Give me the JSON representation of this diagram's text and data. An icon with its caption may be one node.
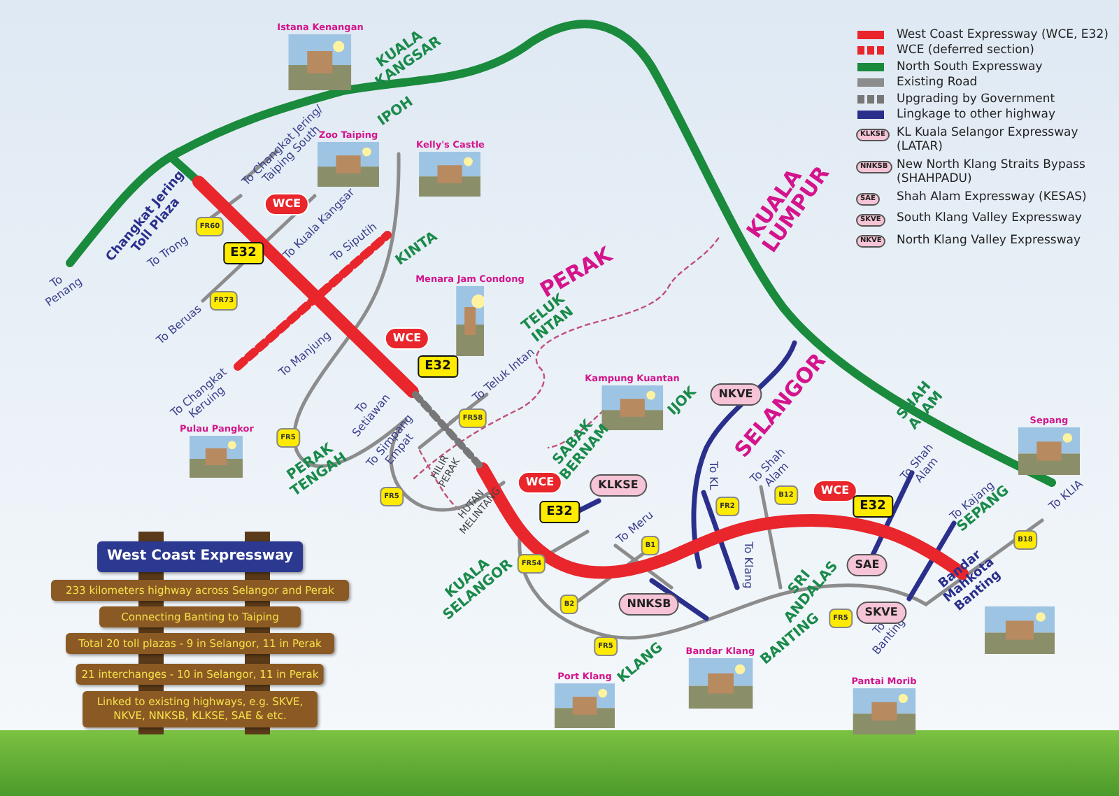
{
  "diagram": {
    "nodes": [
      {
        "text": [
          "Istana Kenangan"
        ]
      },
      {
        "text": [
          "Zoo Taiping"
        ]
      },
      {
        "text": [
          "Kelly's Castle"
        ]
      },
      {
        "text": [
          "Menara Jam Condong"
        ]
      },
      {
        "text": [
          "Pulau Pangkor"
        ]
      },
      {
        "text": [
          "Kampung Kuantan"
        ]
      },
      {
        "text": [
          "Sepang"
        ]
      },
      {
        "text": [
          "Port Klang"
        ]
      },
      {
        "text": [
          "Bandar Klang"
        ]
      },
      {
        "text": [
          "Pantai Morib"
        ]
      },
      {
        "text": [],
        "shape": "picture"
      },
      {
        "text": [
          "WCE"
        ]
      },
      {
        "text": [
          "E32"
        ]
      },
      {
        "text": [
          "FR60"
        ]
      },
      {
        "text": [
          "FR73"
        ]
      },
      {
        "text": [
          "WCE"
        ]
      },
      {
        "text": [
          "E32"
        ]
      },
      {
        "text": [
          "FR5"
        ]
      },
      {
        "text": [
          "FR58"
        ]
      },
      {
        "text": [
          "FR5"
        ]
      },
      {
        "text": [
          "FR54"
        ]
      },
      {
        "text": [
          "WCE"
        ]
      },
      {
        "text": [
          "E32"
        ]
      },
      {
        "text": [
          "KLKSE"
        ]
      },
      {
        "text": [
          "B1"
        ]
      },
      {
        "text": [
          "B2"
        ]
      },
      {
        "text": [
          "NNKSB"
        ]
      },
      {
        "text": [
          "NKVE"
        ]
      },
      {
        "text": [
          "B12"
        ]
      },
      {
        "text": [
          "FR2"
        ]
      },
      {
        "text": [
          "WCE"
        ]
      },
      {
        "text": [
          "E32"
        ]
      },
      {
        "text": [
          "SAE"
        ]
      },
      {
        "text": [
          "SKVE"
        ]
      },
      {
        "text": [
          "B18"
        ]
      },
      {
        "text": [
          "FR5"
        ]
      },
      {
        "text": [
          "FR5"
        ]
      },
      {
        "text": [
          "West Coast Expressway"
        ]
      },
      {
        "text": [
          "233 kilometers highway across Selangor and Perak"
        ]
      },
      {
        "text": [
          "Connecting Banting to Taiping"
        ]
      },
      {
        "text": [
          "Total 20 toll plazas - 9 in Selangor, 11 in Perak"
        ]
      },
      {
        "text": [
          "21 interchanges - 10 in Selangor, 11 in Perak"
        ]
      },
      {
        "text": [
          "Linked to existing highways, e.g. SKVE, NKVE, NNKSB, KLKSE, SAE & etc."
        ]
      }
    ],
    "labels": [
      "KUALA KANGSAR",
      "IPOH",
      "KLKSE",
      "To Changkat Jering/ Taiping South",
      "NNKSB",
      "SAE",
      "Changkat Jering Toll Plaza",
      "To Kuala Kangsar",
      "KUALA LUMPUR",
      "SKVE",
      "To Trong",
      "To Siputih",
      "KINTA",
      "NKVE",
      "To Penang",
      "PERAK",
      "To Beruas",
      "TELUK INTAN",
      "To Manjung",
      "To Changkat Keruing",
      "To Setiawan",
      "To Teluk Intan",
      "IJOK",
      "SELANGOR",
      "SHAH ALAM",
      "PERAK TENGAH",
      "To Simpang Empat",
      "HILIR PERAK",
      "SABAK BERNAM",
      "To KL",
      "To Shah Alam",
      "To Shah Alam",
      "HUTAN MELINTANG",
      "To Kajang",
      "SEPANG",
      "To KLIA",
      "To Meru",
      "KUALA SELANGOR",
      "To Klang",
      "SRI ANDALAS",
      "Bandar Mahkota Banting",
      "BANTING",
      "To Banting",
      "KLANG"
    ],
    "legend": [
      {
        "text": "West Coast Expressway (WCE, E32)",
        "color": "#e8262c"
      },
      {
        "text": "WCE (deferred section)"
      },
      {
        "text": "North South Expressway",
        "color": "#1a8a3c"
      },
      {
        "text": "Existing Road",
        "color": "#8c8c8c"
      },
      {
        "text": "Upgrading by Government"
      },
      {
        "text": "Lingkage to other highway",
        "color": "#2b2f8c"
      },
      {
        "text": "KL Kuala Selangor Expressway (LATAR)"
      },
      {
        "text": "New North Klang Straits Bypass (SHAHPADU)"
      },
      {
        "text": "Shah Alam Expressway (KESAS)"
      },
      {
        "text": "South Klang Valley Expressway"
      },
      {
        "text": "North Klang Valley Expressway"
      }
    ]
  }
}
